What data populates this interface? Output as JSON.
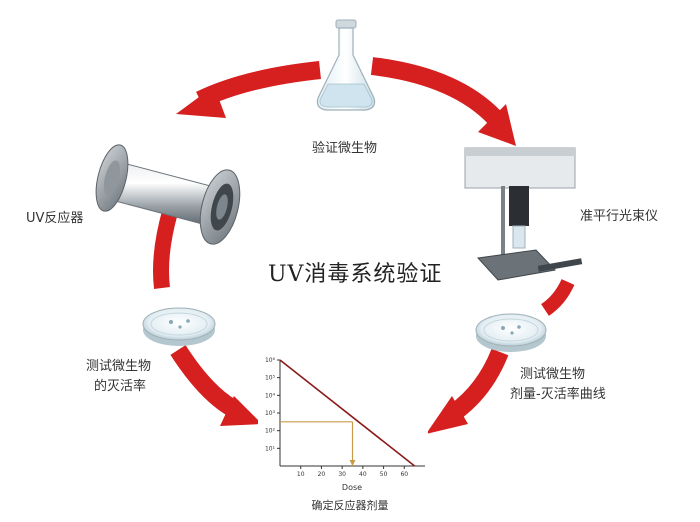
{
  "title": "UV消毒系统验证",
  "colors": {
    "arrow": "#d61f1f",
    "curve": "#8b1a1a",
    "guide": "#c99a4a"
  },
  "nodes": {
    "flask": {
      "label": "验证微生物",
      "icon": "flask-icon"
    },
    "collimator": {
      "label": "准平行光束仪",
      "icon": "collimated-beam-apparatus-icon"
    },
    "dish_right": {
      "label_lines": [
        "测试微生物",
        "剂量-灭活率曲线"
      ],
      "icon": "petri-dish-icon"
    },
    "chart": {
      "caption": "确定反应器剂量"
    },
    "dish_left": {
      "label_lines": [
        "测试微生物",
        "的灭活率"
      ],
      "icon": "petri-dish-icon"
    },
    "reactor": {
      "label": "UV反应器",
      "icon": "uv-reactor-pipe-icon"
    }
  },
  "chart_data": {
    "type": "line",
    "title": "",
    "xlabel": "Dose",
    "ylabel": "",
    "x_ticks": [
      "10",
      "20",
      "30",
      "40",
      "50",
      "60"
    ],
    "y_ticks": [
      "10⁶",
      "10⁵",
      "10⁴",
      "10³",
      "10²",
      "10¹"
    ],
    "xlim": [
      0,
      70
    ],
    "series": [
      {
        "x": [
          0,
          65
        ],
        "y": [
          6,
          0
        ]
      }
    ],
    "guide_line": {
      "log_y": 2.5,
      "x": 35
    }
  }
}
